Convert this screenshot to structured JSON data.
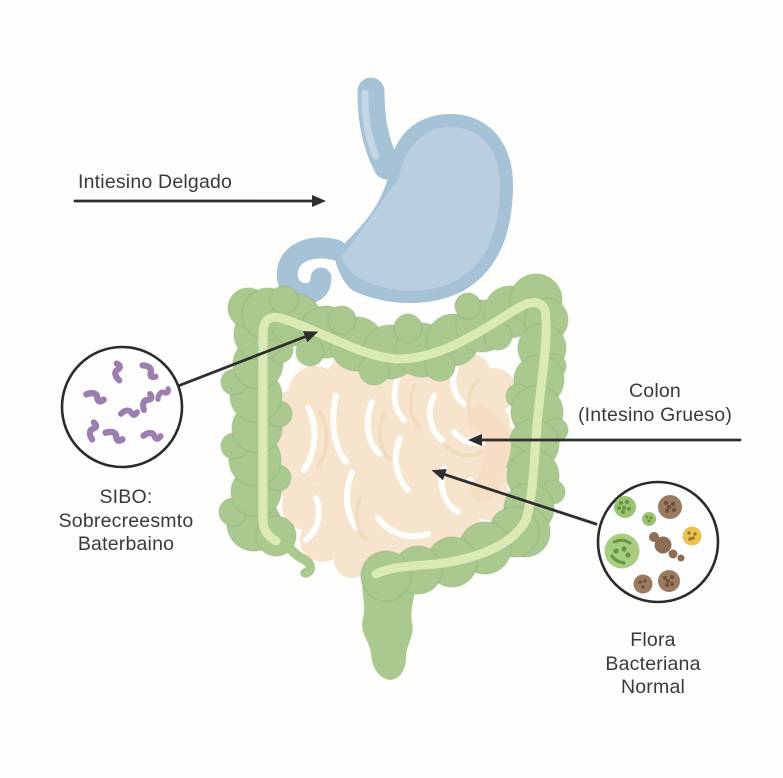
{
  "labels": {
    "small_intestine": "Intiesino Delgado",
    "colon": [
      "Colon",
      "(Intesino Grueso)"
    ],
    "sibo": [
      "SIBO:",
      "Sobrecreesmto",
      "Baterbaino"
    ],
    "flora": [
      "Flora",
      "Bacteriana",
      "Normal"
    ]
  },
  "icons": {
    "sibo_detail": "purple-rod-bacteria-icon",
    "flora_detail": "mixed-flora-bacteria-icon"
  },
  "colors": {
    "background": "#fdfdfc",
    "text": "#3a3a3a",
    "arrow": "#2e2e2e",
    "stomach": "#a6c2d6",
    "stomach_inner": "#b9cfe0",
    "esophagus_highlight": "#c8d9e6",
    "colon": "#a9c98f",
    "colon_crease": "#8aac6e",
    "colon_band": "#dcebb8",
    "small_intestine": "#f7e4cd",
    "small_intestine_shade": "#eed3b3",
    "overlap_loop": "#f5dec4",
    "circle_fill": "#fdfdfd",
    "bacteria_purple": "#9d7eb0",
    "flora_green": "#9cc473",
    "flora_green_dark": "#649544",
    "flora_green_big": "#a9cd80",
    "flora_brown": "#9b7b60",
    "flora_brown_dark": "#6d523c",
    "flora_brown_blob": "#8d6e55",
    "flora_yellow": "#e9c351",
    "flora_yellow_dark": "#a07b2c"
  }
}
